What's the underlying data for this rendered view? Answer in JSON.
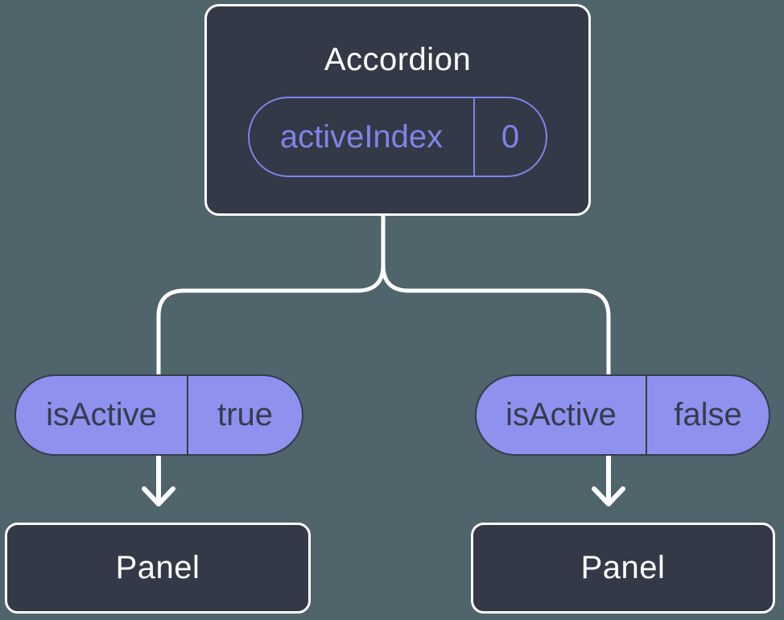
{
  "colors": {
    "background": "#4f646b",
    "node_fill": "#333946",
    "node_border": "#ffffff",
    "accent_purple": "#7f84e9",
    "pill_fill": "#8e91ee",
    "pill_dark": "#363c4c",
    "connector": "#ffffff"
  },
  "root": {
    "title": "Accordion",
    "prop": {
      "name": "activeIndex",
      "value": "0"
    }
  },
  "children": [
    {
      "prop": {
        "name": "isActive",
        "value": "true"
      },
      "node": {
        "title": "Panel"
      }
    },
    {
      "prop": {
        "name": "isActive",
        "value": "false"
      },
      "node": {
        "title": "Panel"
      }
    }
  ]
}
